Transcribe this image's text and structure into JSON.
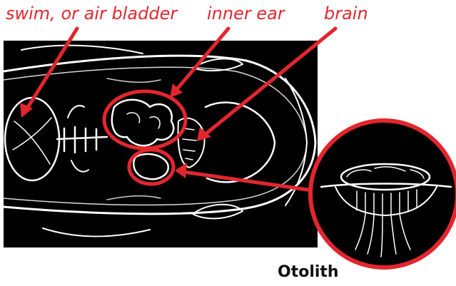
{
  "labels": {
    "swim_bladder": "swim, or air bladder",
    "inner_ear": "inner ear",
    "brain": "brain",
    "otolith": "Otolith"
  },
  "colors": {
    "accent": "#e3262e",
    "drawing_background": "#000000",
    "drawing_lines": "#ffffff",
    "caption": "#111111"
  }
}
